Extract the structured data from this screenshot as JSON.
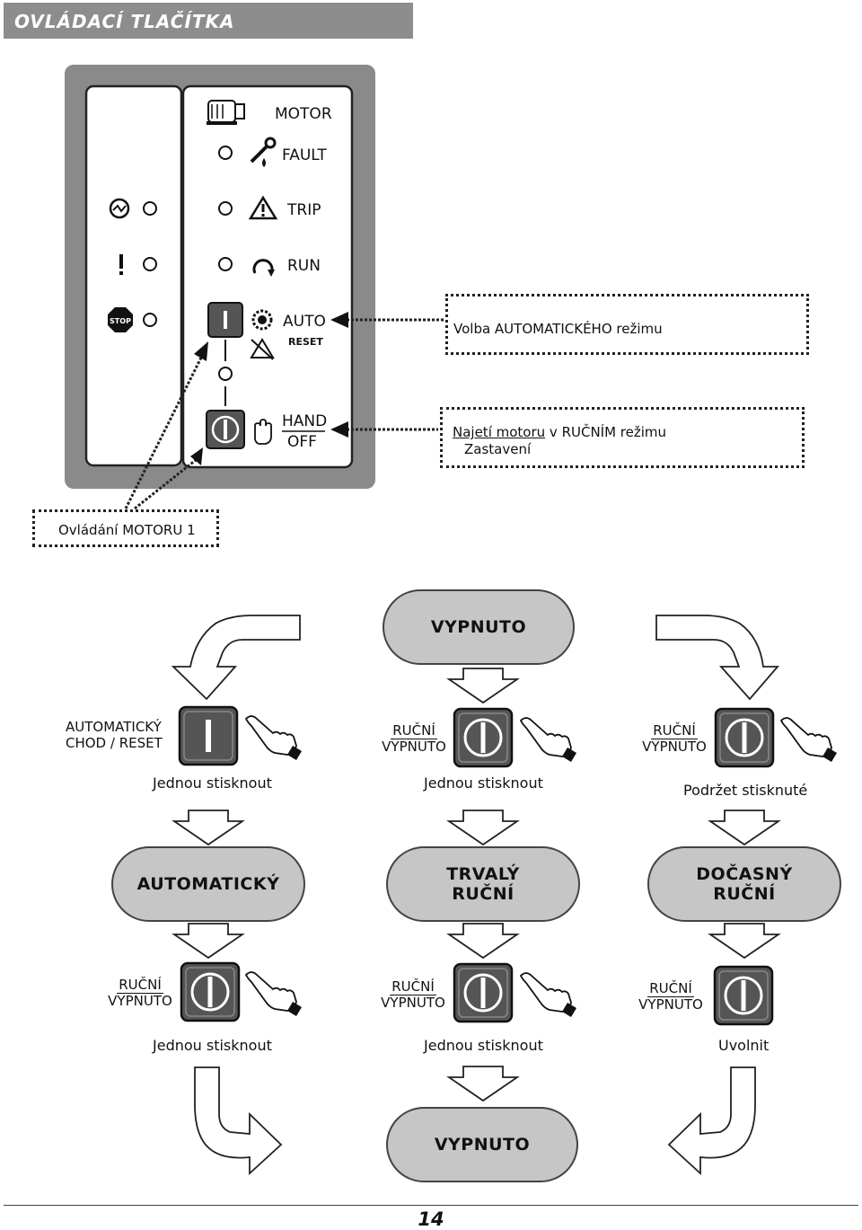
{
  "header": {
    "title": "OVLÁDACÍ TLAČÍTKA"
  },
  "panel": {
    "labels": {
      "motor": "MOTOR",
      "fault": "FAULT",
      "trip": "TRIP",
      "run": "RUN",
      "auto": "AUTO",
      "reset": "RESET",
      "hand": "HAND",
      "off": "OFF",
      "stop": "STOP"
    }
  },
  "callouts": {
    "auto_mode": "Volba AUTOMATICKÉHO režimu",
    "manual_start": "Najetí motoru",
    "manual_start_rest": " v RUČNÍM režimu",
    "stop": "Zastavení",
    "motor_control": "Ovládání MOTORU 1"
  },
  "flow": {
    "state_off_top": "VYPNUTO",
    "left_btn_label_1": "AUTOMATICKÝ",
    "left_btn_label_2": "CHOD / RESET",
    "manual_label": "RUČNÍ",
    "off_label": "VYPNUTO",
    "press_once": "Jednou stisknout",
    "hold_pressed": "Podržet stisknuté",
    "release": "Uvolnit",
    "state_auto": "AUTOMATICKÝ",
    "state_perm_1": "TRVALÝ",
    "state_perm_2": "RUČNÍ",
    "state_temp_1": "DOČASNÝ",
    "state_temp_2": "RUČNÍ",
    "state_off_bottom": "VYPNUTO"
  },
  "footer": {
    "page_number": "14"
  }
}
